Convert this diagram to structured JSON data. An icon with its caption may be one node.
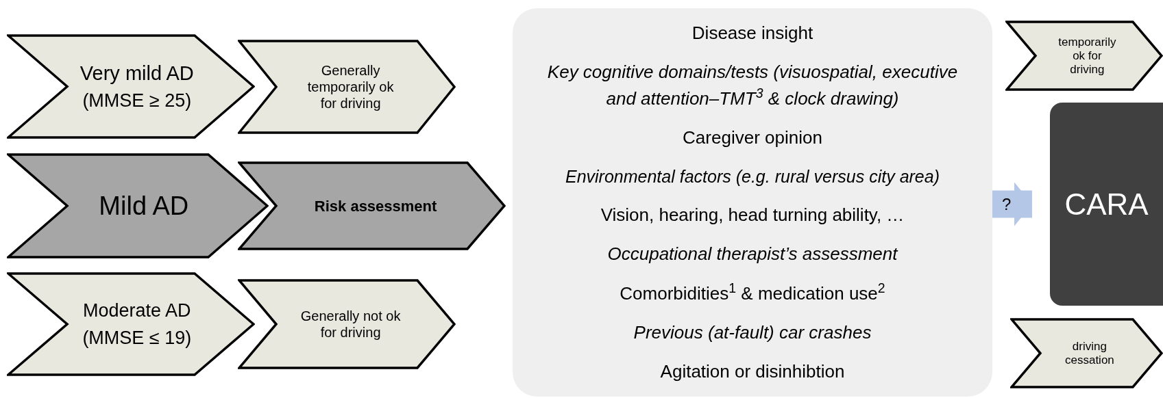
{
  "diagram": {
    "nodes": [
      {
        "text": [
          "Very mild AD",
          "(MMSE ≥ 25)"
        ]
      },
      {
        "text": [
          "Generally temporarily ok for driving"
        ]
      },
      {
        "text": [
          "Mild AD"
        ]
      },
      {
        "text": [
          "Risk assessment"
        ]
      },
      {
        "text": [
          "Moderate AD",
          "(MMSE ≤ 19)"
        ]
      },
      {
        "text": [
          "Generally not ok for driving"
        ]
      },
      {
        "text": [
          "Disease insight",
          "Key cognitive domains/tests (visuospatial, executive and attention–TMT$^{3}$ & clock drawing)",
          "Caregiver opinion",
          "Environmental factors (e.g. rural versus city area)",
          "Vision, hearing, head turning ability, …",
          "Occupational therapist’s assessment",
          "Comorbidities$^{1}$ & medication use$^{2}$",
          "Previous (at-fault) car crashes",
          "Agitation or disinhibtion"
        ]
      },
      {
        "text": [
          "temporarily ok for driving"
        ]
      },
      {
        "text": [
          "CARA"
        ]
      },
      {
        "text": [
          "driving cessation"
        ]
      }
    ],
    "edges": [
      {
        "from": 6,
        "to": 8,
        "arrow": "to",
        "label": "?",
        "color": "#b4c7e7"
      }
    ]
  }
}
